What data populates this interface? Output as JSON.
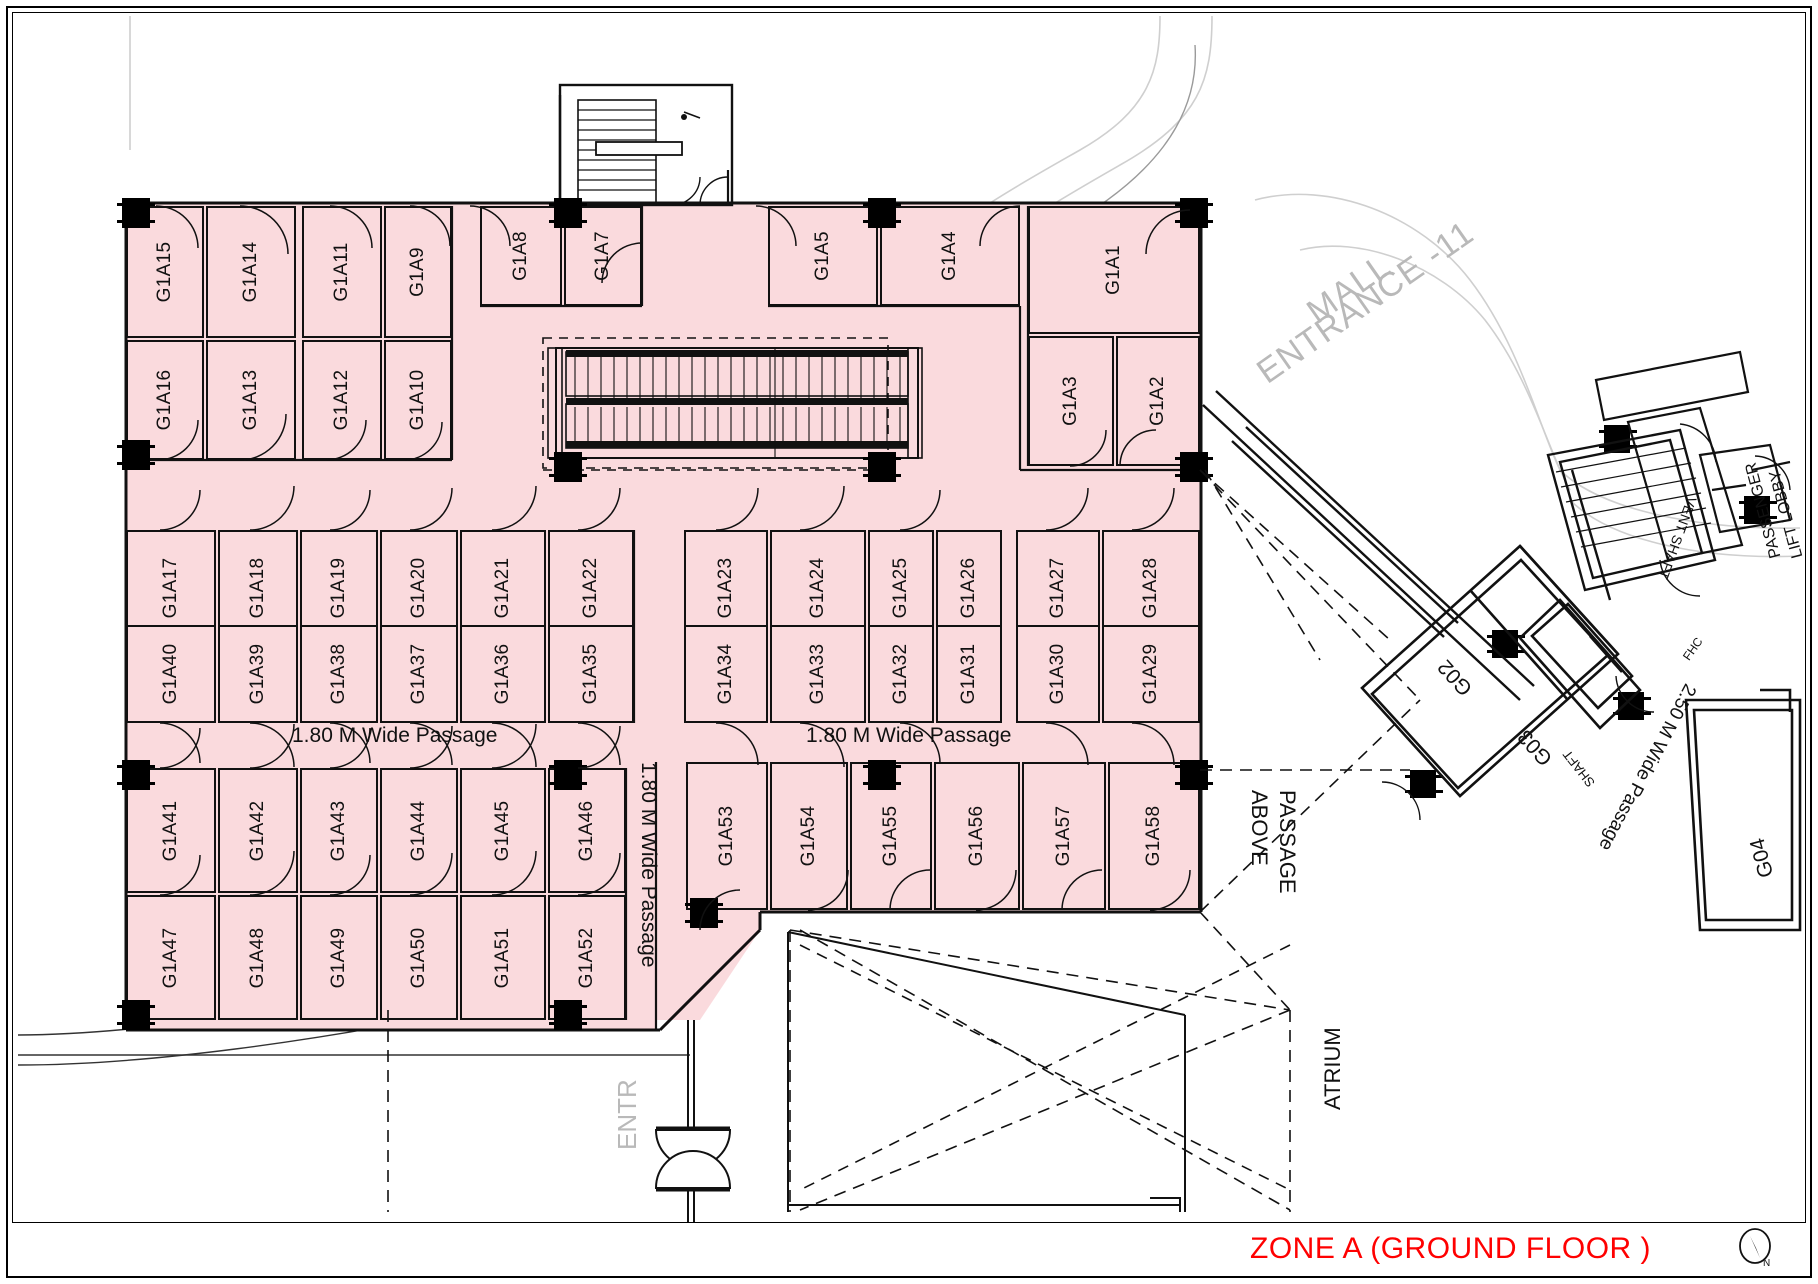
{
  "drawing": {
    "zone_title": "ZONE A (GROUND FLOOR )",
    "north_label": "N",
    "mall_entrance": "MALL ENTRANCE -11",
    "mall_entrance_line1": "MALL",
    "mall_entrance_line2": "ENTRANCE -11",
    "entrance_partial": "ENTR",
    "atrium": "ATRIUM",
    "passage_above_line1": "PASSAGE",
    "passage_above_line2": "ABOVE",
    "lift_lobby_line1": "PASSENGER",
    "lift_lobby_line2": "LIFT LOBBY",
    "vent_shaft": "VENT SHAFT",
    "shaft": "SHAFT",
    "fhc": "FHC"
  },
  "passages": {
    "left_horizontal": "1.80 M Wide Passage",
    "right_horizontal": "1.80 M Wide Passage",
    "vertical": "1.80 M Wide Passage",
    "angled": "2.50 M Wide Passage"
  },
  "colors": {
    "shop_fill": "#fadadd",
    "wall": "#111111",
    "title_red": "#ff0000",
    "context_grey": "#b9b9b9"
  },
  "shops": {
    "row_top_left_upper": [
      "G1A15",
      "G1A14",
      "G1A11",
      "G1A9"
    ],
    "row_top_left_lower": [
      "G1A16",
      "G1A13",
      "G1A12",
      "G1A10"
    ],
    "row_top_mid": [
      "G1A8",
      "G1A7"
    ],
    "row_top_right": [
      "G1A5",
      "G1A4"
    ],
    "corner_right": [
      "G1A1",
      "G1A3",
      "G1A2"
    ],
    "row_mid_left_upper": [
      "G1A17",
      "G1A18",
      "G1A19",
      "G1A20",
      "G1A21",
      "G1A22"
    ],
    "row_mid_left_lower": [
      "G1A40",
      "G1A39",
      "G1A38",
      "G1A37",
      "G1A36",
      "G1A35"
    ],
    "row_mid_right_upper": [
      "G1A23",
      "G1A24",
      "G1A25",
      "G1A26",
      "G1A27",
      "G1A28"
    ],
    "row_mid_right_lower": [
      "G1A34",
      "G1A33",
      "G1A32",
      "G1A31",
      "G1A30",
      "G1A29"
    ],
    "row_bot_left_upper": [
      "G1A41",
      "G1A42",
      "G1A43",
      "G1A44",
      "G1A45",
      "G1A46"
    ],
    "row_bot_left_lower": [
      "G1A47",
      "G1A48",
      "G1A49",
      "G1A50",
      "G1A51",
      "G1A52"
    ],
    "row_bot_right": [
      "G1A53",
      "G1A54",
      "G1A55",
      "G1A56",
      "G1A57",
      "G1A58"
    ],
    "angled_block": [
      "G02",
      "G03",
      "G04"
    ]
  }
}
